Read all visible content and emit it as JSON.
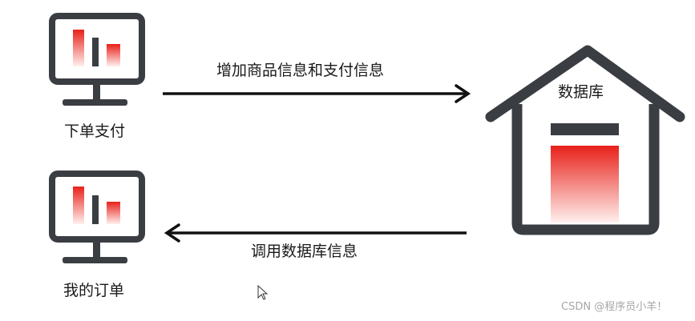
{
  "nodes": {
    "top_computer_label": "下单支付",
    "bottom_computer_label": "我的订单",
    "database_label": "数据库"
  },
  "edges": {
    "top_arrow_label": "增加商品信息和支付信息",
    "bottom_arrow_label": "调用数据库信息"
  },
  "watermark": "CSDN @程序员小羊！",
  "colors": {
    "outline": "#3a3d42",
    "bar_red": "#e8211a",
    "bar_fade": "#fff0ee",
    "text": "#1a1a1a",
    "watermark": "#a6a6a6"
  }
}
